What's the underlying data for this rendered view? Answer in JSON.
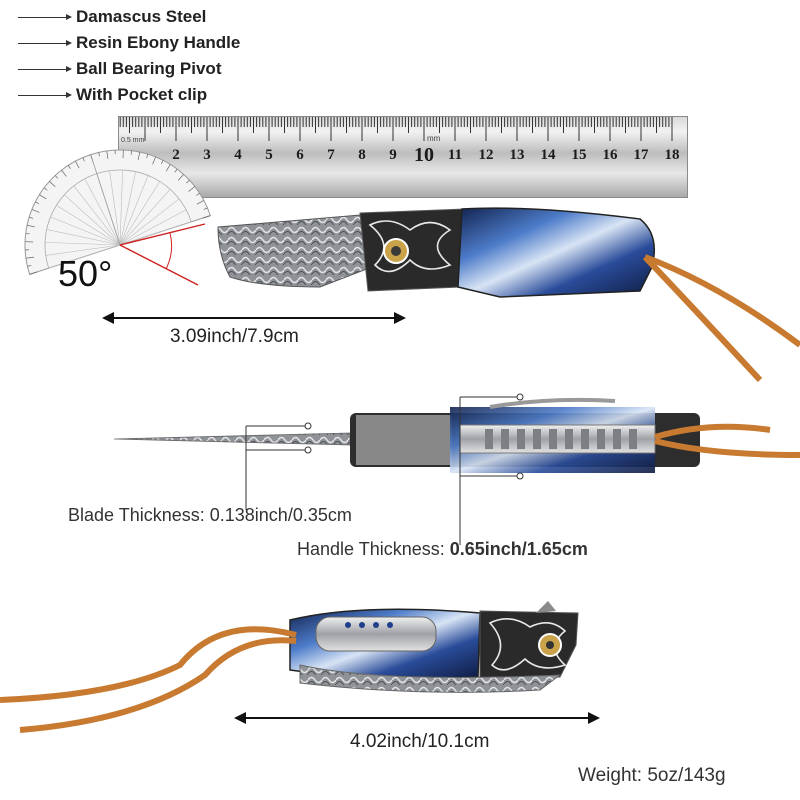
{
  "features": [
    "Damascus Steel",
    "Resin Ebony Handle",
    "Ball Bearing Pivot",
    "With Pocket clip"
  ],
  "ruler": {
    "unit_text": "mm",
    "small_label": "0.5 mm",
    "numbers": [
      "2",
      "3",
      "4",
      "5",
      "6",
      "7",
      "8",
      "9",
      "10",
      "11",
      "12",
      "13",
      "14",
      "15",
      "16",
      "17",
      "18"
    ]
  },
  "protractor_angle": "50°",
  "dimensions": {
    "closed_top_length": "3.09inch/7.9cm",
    "blade_thickness_label": "Blade Thickness: ",
    "blade_thickness_value": "0.138inch/0.35cm",
    "handle_thickness_label": "Handle Thickness: ",
    "handle_thickness_value": "0.65inch/1.65cm",
    "closed_bottom_length": "4.02inch/10.1cm",
    "weight_label": "Weight: ",
    "weight_value": "5oz/143g"
  },
  "colors": {
    "lanyard": "#c87a30",
    "resin_blue": "#1f3f8a",
    "steel": "#b9bcc0"
  }
}
